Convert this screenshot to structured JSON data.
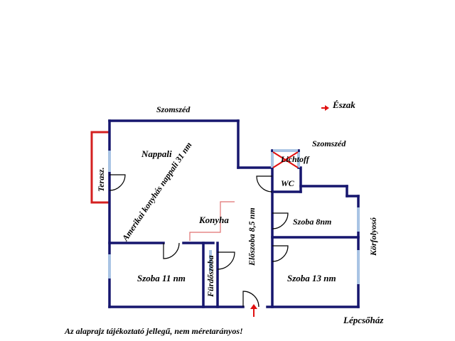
{
  "labels": {
    "north": "Észak",
    "neighbor_top": "Szomszéd",
    "neighbor_right": "Szomszéd",
    "terrace": "Terasz.",
    "living": "Nappali",
    "american_kitchen": "Amerikai konyhás nappali 31 nm",
    "lichtoff": "Lichtoff",
    "wc": "WC",
    "kitchen": "Konyha",
    "hall": "Előszoba 8,5 nm",
    "room8": "Szoba 8nm",
    "corridor": "Körfolyosó",
    "room11": "Szoba 11 nm",
    "bathroom": "Fürdőszoba",
    "room13": "Szoba 13 nm",
    "staircase": "Lépcsőház",
    "disclaimer": "Az alaprajz tájékoztató jellegű, nem méretarányos!"
  },
  "colors": {
    "wall": "#16166e",
    "window": "#a9c4e4",
    "terrace": "#d42020",
    "kitchen_line": "#e07070",
    "arrow": "#e01010",
    "door": "#000000"
  }
}
